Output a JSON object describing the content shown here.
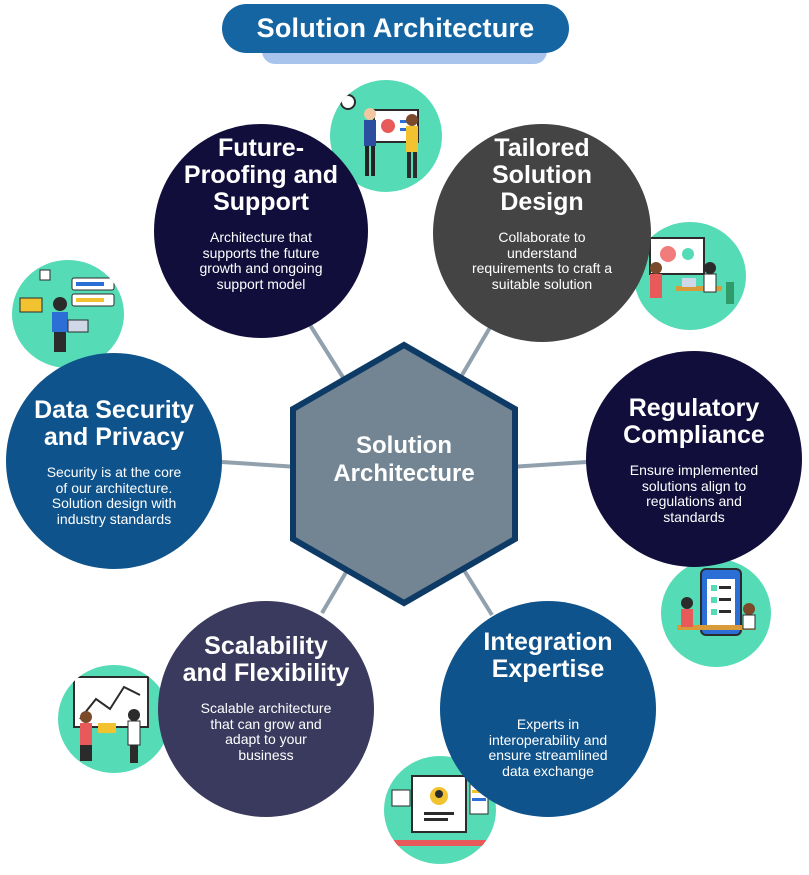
{
  "title": "Solution Architecture",
  "center": {
    "line1": "Solution",
    "line2": "Architecture"
  },
  "nodes": {
    "future": {
      "h": [
        "Future-",
        "Proofing and",
        "Support"
      ],
      "d": [
        "Architecture that",
        "supports the future",
        "growth and ongoing",
        "support model"
      ]
    },
    "tailored": {
      "h": [
        "Tailored",
        "Solution",
        "Design"
      ],
      "d": [
        "Collaborate to",
        "understand",
        "requirements to craft a",
        "suitable solution"
      ]
    },
    "security": {
      "h": [
        "Data Security",
        "and Privacy"
      ],
      "d": [
        "Security is at the core",
        "of our architecture.",
        "Solution design with",
        "industry standards"
      ]
    },
    "regulatory": {
      "h": [
        "Regulatory",
        "Compliance"
      ],
      "d": [
        "Ensure implemented",
        "solutions align to",
        "regulations and",
        "standards"
      ]
    },
    "scalability": {
      "h": [
        "Scalability",
        "and Flexibility"
      ],
      "d": [
        "Scalable architecture",
        "that can grow and",
        "adapt to your",
        "business"
      ]
    },
    "integration": {
      "h": [
        "Integration",
        "Expertise"
      ],
      "d": [
        "Experts in",
        "interoperability and",
        "ensure streamlined",
        "data exchange"
      ]
    }
  },
  "colors": {
    "title": "#1565a3",
    "hex_fill": "#738592",
    "hex_border": "#0e3a66",
    "future": "#120e3c",
    "tailored": "#444444",
    "security": "#0f538c",
    "regulatory": "#120e3c",
    "scalability": "#3a3a5e",
    "integration": "#0f538c",
    "illustration_bg": "#55dbb5",
    "connector": "#90a0ad"
  }
}
